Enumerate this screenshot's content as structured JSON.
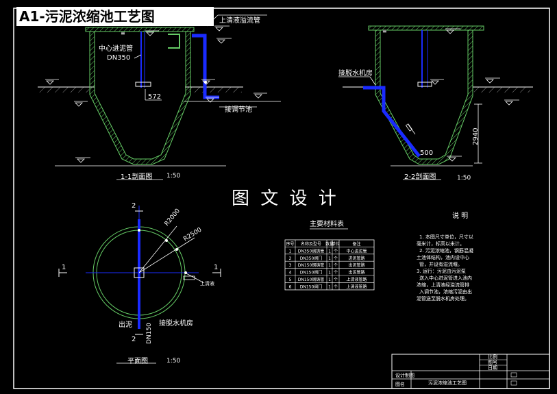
{
  "header": {
    "title": "A1-污泥浓缩池工艺图"
  },
  "section_1_1": {
    "label_overflow_pipe": "上清液溢流管",
    "label_center_pipe": "中心进泥管",
    "label_center_pipe_size": "DN350",
    "dim_572": "572",
    "label_regulating_tank": "接调节池",
    "caption": "1-1剖面图",
    "scale": "1:50"
  },
  "section_2_2": {
    "label_dewatering_room": "接脱水机房",
    "dim_2940": "2940",
    "dim_500": "500",
    "caption": "2-2剖面图",
    "scale": "1:50"
  },
  "watermark": "图 文 设 计",
  "plan": {
    "radius_inner": "R2000",
    "radius_outer": "R2500",
    "cut_mark_1": "1",
    "cut_mark_2": "2",
    "label_sludge_out": "出泥",
    "label_sludge_out_size": "DN150",
    "label_dewatering_room": "接脱水机房",
    "label_overflow": "上清液",
    "caption": "平面图",
    "scale": "1:50"
  },
  "materials_table": {
    "title": "主要材料表",
    "headers": [
      "序号",
      "名称及型号",
      "数量",
      "单位",
      "备注"
    ],
    "rows": [
      [
        "1",
        "DN350钢铸管",
        "1",
        "个",
        "中心进泥管"
      ],
      [
        "2",
        "DN350阀门",
        "1",
        "个",
        "进泥管路"
      ],
      [
        "3",
        "DN150钢铸管",
        "1",
        "个",
        "出泥管路"
      ],
      [
        "4",
        "DN150阀门",
        "1",
        "个",
        "出泥管路"
      ],
      [
        "5",
        "DN150钢铸管",
        "1",
        "个",
        "上清液管路"
      ],
      [
        "6",
        "DN150阀门",
        "1",
        "个",
        "上清液管路"
      ]
    ]
  },
  "notes": {
    "title": "说    明",
    "lines": [
      "1. 本图尺寸单位，尺寸以",
      "毫米计，标高以米计。",
      "2. 污泥浓缩池，钢筋混凝",
      "土池体结构，池内设中心",
      "管，并设有溢流堰。",
      "3. 运行：污泥由污泥泵",
      "送入中心进泥管进入池内",
      "浓缩，上清液经溢流管排",
      "入调节池，浓缩污泥由出",
      "泥管送至脱水机房处理。"
    ]
  },
  "title_block": {
    "design": "设计制图",
    "drawing_name": "污泥浓缩池工艺图",
    "drawing_label": "图名",
    "cells": [
      "比例",
      "图号",
      "日期"
    ]
  },
  "colors": {
    "background": "#000000",
    "line": "#ffffff",
    "structure": "#66cc66",
    "pipe": "#1a2bff",
    "badge": "#ffffff"
  }
}
